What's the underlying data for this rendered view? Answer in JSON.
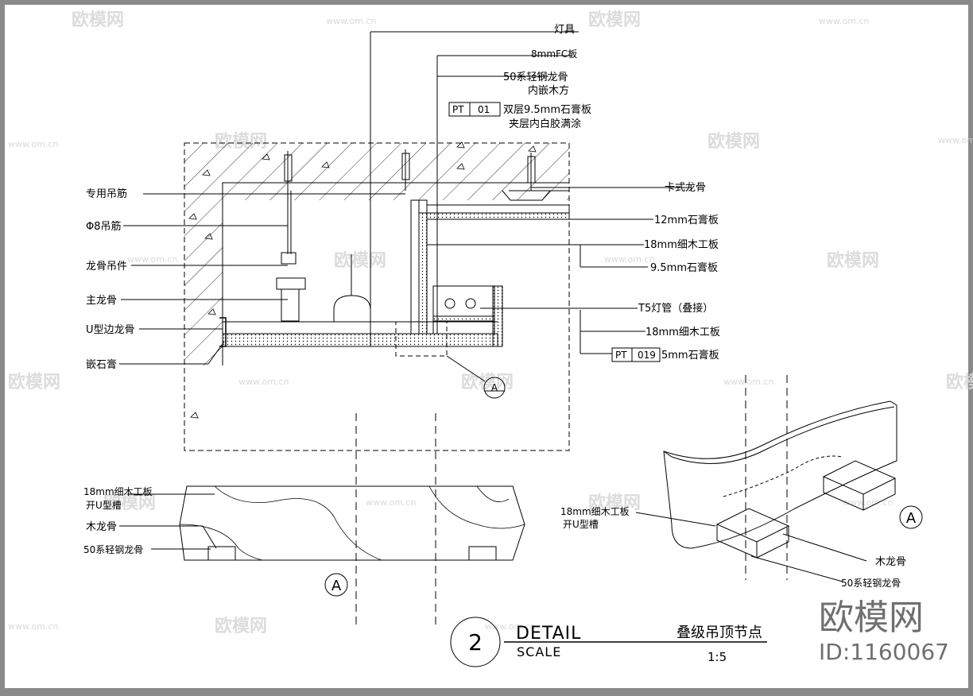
{
  "title_block": {
    "number": "2",
    "detail": "DETAIL",
    "scale_label": "SCALE",
    "title_cn": "叠级吊顶节点",
    "scale_value": "1:5"
  },
  "labels_left": [
    "专用吊筋",
    "Φ8吊筋",
    "龙骨吊件",
    "主龙骨",
    "U型边龙骨",
    "嵌石膏"
  ],
  "labels_top": {
    "fixture": "灯具",
    "fc_board": "8mmFC板",
    "steel_keel_1": "50系轻钢龙骨",
    "steel_keel_2": "内嵌木方",
    "pt_tag": "PT",
    "pt_code_1": "01",
    "gypsum_double_1": "双层9.5mm石膏板",
    "gypsum_double_2": "夹层内白胶满涂"
  },
  "labels_right": {
    "card_keel": "卡式龙骨",
    "gypsum_12": "12mm石膏板",
    "blockboard_18a": "18mm细木工板",
    "gypsum_95": "9.5mm石膏板",
    "t5_tube": "T5灯管（叠接）",
    "blockboard_18b": "18mm细木工板",
    "pt_tag": "PT",
    "pt_code_2": "019",
    "gypsum_5": "5mm石膏板"
  },
  "section_a": {
    "label_1": "18mm细木工板",
    "label_2": "开U型槽",
    "label_3": "木龙骨",
    "label_4": "50系轻钢龙骨",
    "marker": "A"
  },
  "iso_a": {
    "label_1": "18mm细木工板",
    "label_2": "开U型槽",
    "label_3": "木龙骨",
    "label_4": "50系轻钢龙骨",
    "marker": "A"
  },
  "callout_marker": "A",
  "watermark": {
    "brand": "欧模网",
    "url": "www.om.cn",
    "big_brand": "欧模网",
    "id": "ID:1160067"
  },
  "colors": {
    "line": "#000000",
    "paper": "#ffffff",
    "frame": "#8a8a8a",
    "watermark": "#d9d9d9"
  }
}
